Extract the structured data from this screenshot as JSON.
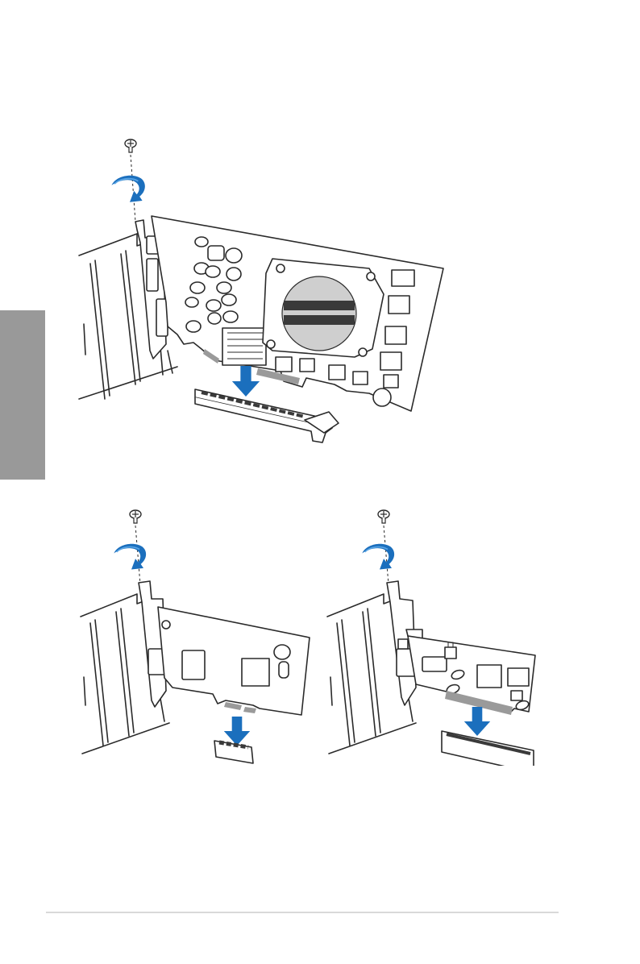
{
  "page": {
    "background": "#ffffff",
    "side_tab_color": "#999999",
    "footer_rule_color": "#d9d9d9",
    "accent_color": "#1b6fbd"
  },
  "figures": [
    {
      "name": "graphics-card-install",
      "icons": [
        "screw-icon",
        "rotate-arrow-icon",
        "down-arrow-icon"
      ]
    },
    {
      "name": "pcie-x1-card-install",
      "icons": [
        "screw-icon",
        "rotate-arrow-icon",
        "down-arrow-icon"
      ]
    },
    {
      "name": "pci-card-install",
      "icons": [
        "screw-icon",
        "rotate-arrow-icon",
        "down-arrow-icon"
      ]
    }
  ]
}
